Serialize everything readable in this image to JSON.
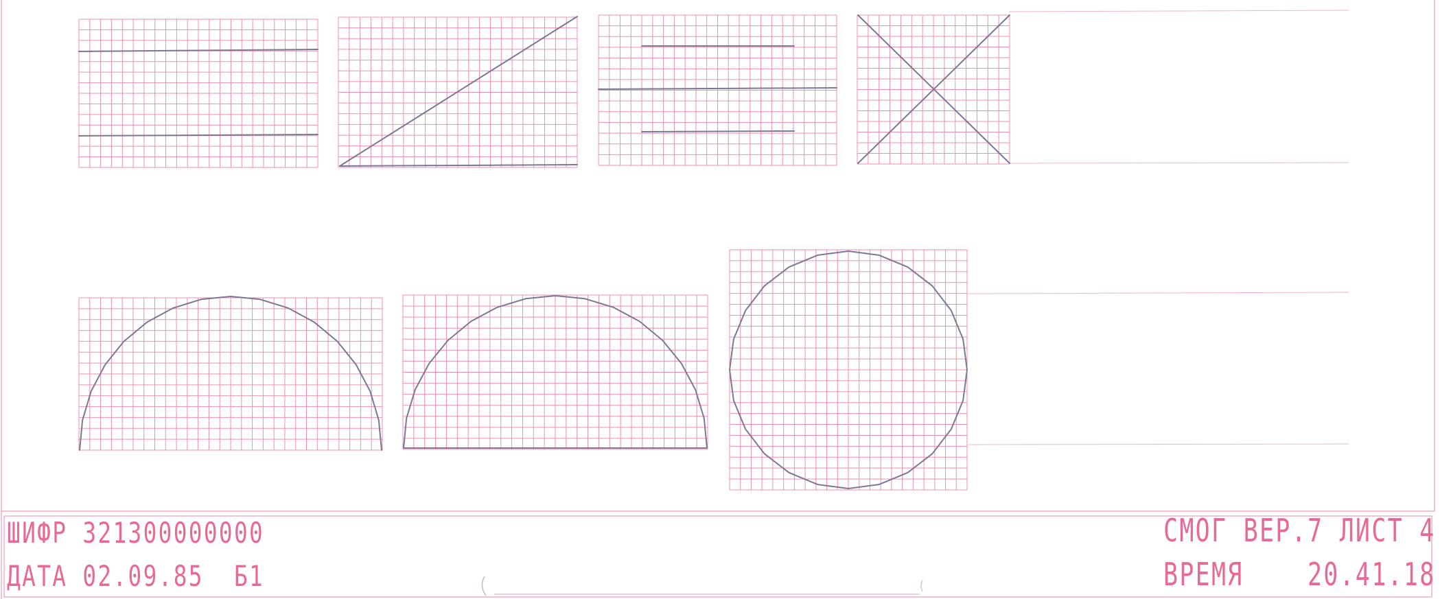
{
  "footer": {
    "cipher": "ШИФР 321300000000",
    "date_line": "ДАТА 02.09.85  Б1",
    "program_line": "СМОГ ВЕР.7 ЛИСТ 4",
    "time_line": "ВРЕМЯ    20.41.18"
  },
  "colors": {
    "grid": "#ec8fae",
    "border": "#ee9bb8",
    "guide": "#f2b4c9",
    "pen": "#7a7893",
    "text": "#e66a94"
  },
  "panels": [
    {
      "id": "two-horizontal-lines",
      "figure": "two horizontal lines"
    },
    {
      "id": "diagonal-line",
      "figure": "diagonal line over base line"
    },
    {
      "id": "three-horizontal-lines",
      "figure": "three horizontal lines"
    },
    {
      "id": "cross-lines",
      "figure": "two crossing diagonals"
    },
    {
      "id": "arch-open",
      "figure": "polygonal arch without base"
    },
    {
      "id": "arch-closed",
      "figure": "polygonal arch with base"
    },
    {
      "id": "circle",
      "figure": "polygonal circle"
    }
  ]
}
